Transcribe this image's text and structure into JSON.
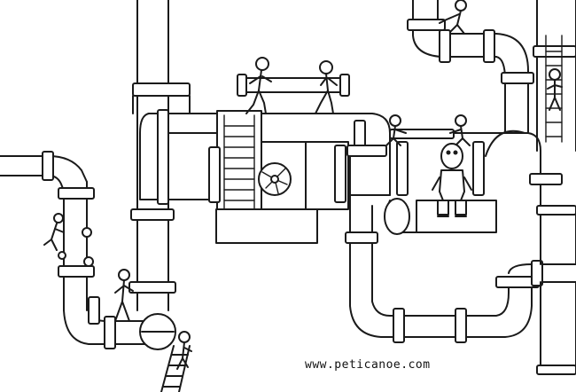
{
  "drawing": {
    "style": "black-and-white line drawing",
    "subject": "pipe network with workers",
    "url": "www.peticanoe.com",
    "colors": {
      "ink": "#1a1a1a",
      "paper": "#ffffff"
    }
  }
}
